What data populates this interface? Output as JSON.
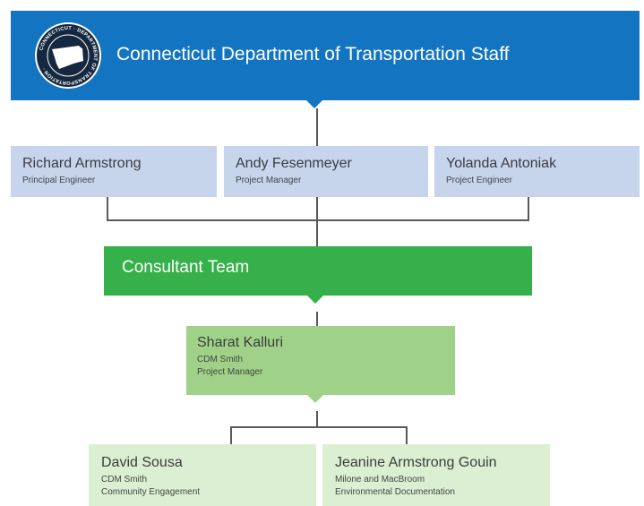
{
  "header": {
    "title": "Connecticut Department of Transportation Staff",
    "seal_text": "CONNECTICUT DEPARTMENT OF TRANSPORTATION",
    "color": "#1375c1"
  },
  "staff": [
    {
      "name": "Richard Armstrong",
      "role": "Principal Engineer"
    },
    {
      "name": "Andy Fesenmeyer",
      "role": "Project Manager"
    },
    {
      "name": "Yolanda Antoniak",
      "role": "Project Engineer"
    }
  ],
  "consultant": {
    "title": "Consultant Team",
    "color": "#35b04a"
  },
  "project_manager": {
    "name": "Sharat Kalluri",
    "company": "CDM Smith",
    "role": "Project Manager"
  },
  "team": [
    {
      "name": "David Sousa",
      "company": "CDM Smith",
      "role": "Community Engagement"
    },
    {
      "name": "Jeanine Armstrong Gouin",
      "company": "Milone and MacBroom",
      "role": "Environmental Documentation"
    }
  ]
}
